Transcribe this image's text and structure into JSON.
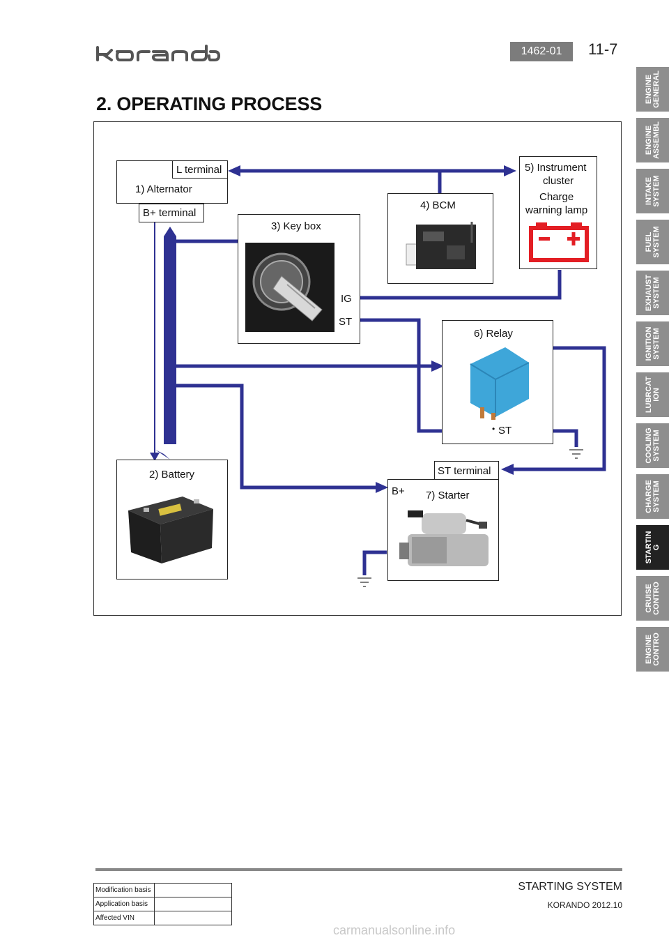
{
  "header": {
    "doc_code": "1462-01",
    "page_number": "11-7"
  },
  "section": {
    "title": "2. OPERATING PROCESS"
  },
  "diagram": {
    "alternator": {
      "label": "1) Alternator",
      "l_terminal": "L terminal",
      "b_terminal": "B+ terminal"
    },
    "battery": {
      "label": "2) Battery"
    },
    "key_box": {
      "label": "3) Key box",
      "ig": "IG",
      "st": "ST"
    },
    "bcm": {
      "label": "4) BCM"
    },
    "instrument": {
      "label_line1": "5) Instrument",
      "label_line2": "cluster",
      "charge_line1": "Charge",
      "charge_line2": "warning lamp"
    },
    "relay": {
      "label": "6) Relay",
      "st": "ST"
    },
    "starter": {
      "label": "7) Starter",
      "st_terminal": "ST terminal",
      "b_plus": "B+"
    },
    "wire_color": "#2e3192",
    "lamp_color": "#e31e24",
    "relay_color": "#3ea6d9"
  },
  "side_tabs": [
    {
      "line1": "ENGINE",
      "line2": "GENERAL",
      "active": false
    },
    {
      "line1": "ENGINE",
      "line2": "ASSEMBL",
      "active": false
    },
    {
      "line1": "INTAKE",
      "line2": "SYSTEM",
      "active": false
    },
    {
      "line1": "FUEL",
      "line2": "SYSTEM",
      "active": false
    },
    {
      "line1": "EXHAUST",
      "line2": "SYSTEM",
      "active": false
    },
    {
      "line1": "IGNITION",
      "line2": "SYSTEM",
      "active": false
    },
    {
      "line1": "LUBRCAT",
      "line2": "ION",
      "active": false
    },
    {
      "line1": "COOLING",
      "line2": "SYSTEM",
      "active": false
    },
    {
      "line1": "CHARGE",
      "line2": "SYSTEM",
      "active": false
    },
    {
      "line1": "STARTIN",
      "line2": "G",
      "active": true
    },
    {
      "line1": "CRUISE",
      "line2": "CONTRO",
      "active": false
    },
    {
      "line1": "ENGINE",
      "line2": "CONTRO",
      "active": false
    }
  ],
  "footer": {
    "section_name": "STARTING SYSTEM",
    "model": "KORANDO 2012.10",
    "table": [
      {
        "key": "Modification basis",
        "value": ""
      },
      {
        "key": "Application basis",
        "value": ""
      },
      {
        "key": "Affected VIN",
        "value": ""
      }
    ],
    "watermark": "carmanualsonline.info"
  }
}
